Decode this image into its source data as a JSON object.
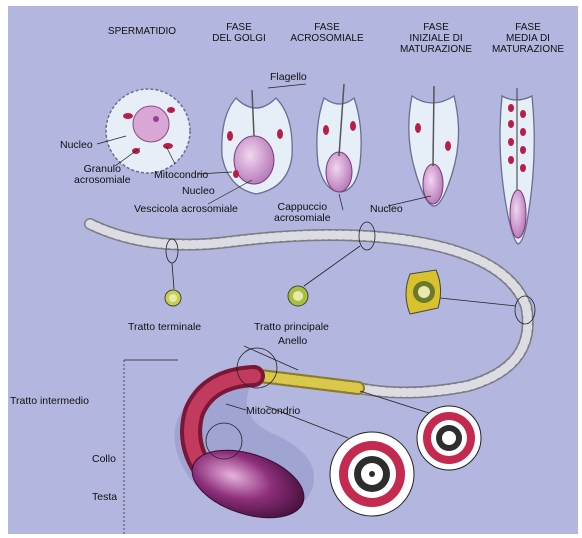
{
  "headers": {
    "spermatidio": "SPERMATIDIO",
    "golgi": "FASE\nDEL GOLGI",
    "acrosomiale": "FASE\nACROSOMIALE",
    "iniziale": "FASE\nINIZIALE DI\nMATURAZIONE",
    "media": "FASE\nMEDIA DI\nMATURAZIONE"
  },
  "labels": {
    "flagello": "Flagello",
    "nucleo_a": "Nucleo",
    "granulo": "Granulo\nacrosomiale",
    "mitocondrio_a": "Mitocondrio",
    "nucleo_b": "Nucleo",
    "vescicola": "Vescicola acrosomiale",
    "cappuccio": "Cappuccio\nacrosomiale",
    "nucleo_c": "Nucleo",
    "tratto_terminale": "Tratto terminale",
    "tratto_principale": "Tratto principale",
    "anello": "Anello",
    "tratto_intermedio": "Tratto intermedio",
    "mitocondrio_b": "Mitocondrio",
    "collo": "Collo",
    "testa": "Testa"
  },
  "colors": {
    "background": "#b3b6de",
    "cytoplasm": "#e6eef8",
    "nucleus": "#c78ac8",
    "mitochondria": "#b81e4a",
    "tail": "#d8d8dc",
    "head": "#6b1d5a"
  }
}
